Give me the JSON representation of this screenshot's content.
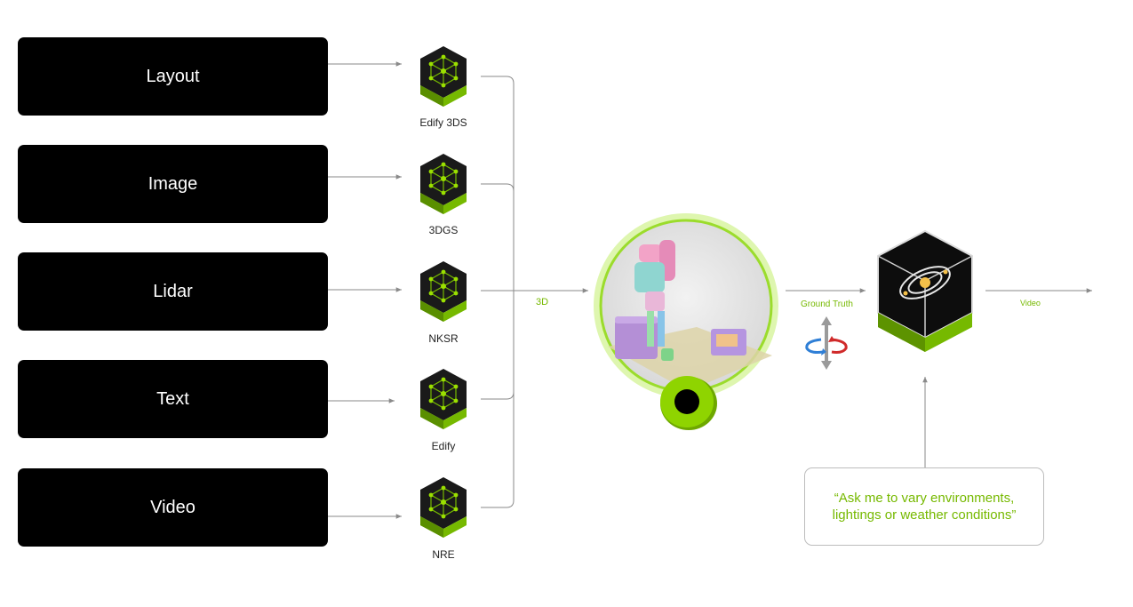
{
  "inputs": [
    {
      "label": "Layout"
    },
    {
      "label": "Image"
    },
    {
      "label": "Lidar"
    },
    {
      "label": "Text"
    },
    {
      "label": "Video"
    }
  ],
  "models": [
    {
      "label": "Edify 3DS"
    },
    {
      "label": "3DGS"
    },
    {
      "label": "NKSR"
    },
    {
      "label": "Edify"
    },
    {
      "label": "NRE"
    }
  ],
  "flow": {
    "label_3d": "3D",
    "label_ground_truth": "Ground Truth",
    "label_video": "Video"
  },
  "prompt": {
    "text": "“Ask me to vary environments, lightings or weather conditions”"
  },
  "colors": {
    "accent_green": "#76b900",
    "box_black": "#000000",
    "arrow_gray": "#8a8a8a",
    "rotate_blue": "#2f7fd6",
    "rotate_red": "#d02a2a"
  },
  "icons": {
    "model": "neural-network-cube-icon",
    "engine": "galaxy-cube-icon",
    "rotate": "rotate-axis-icon",
    "camera": "camera-lens-icon"
  }
}
